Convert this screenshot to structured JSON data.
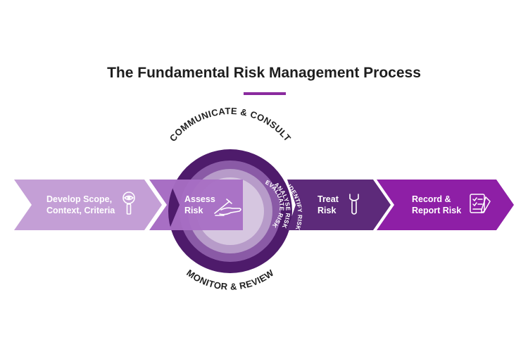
{
  "title": "The Fundamental Risk Management Process",
  "colors": {
    "light_purple": "#c49fd6",
    "mid_purple": "#a86fc4",
    "dark_purple": "#5d2a7a",
    "vivid_purple": "#8e1fa6",
    "circle_outer": "#4e1b6b",
    "ring_identify": "#8a5aa6",
    "ring_analyse": "#b79bc9",
    "ring_evaluate": "#d6c6e0"
  },
  "top_arc_label": "COMMUNICATE & CONSULT",
  "bottom_arc_label": "MONITOR & REVIEW",
  "rings": {
    "identify": "IDENTIFY RISK",
    "analyse": "ANALYSE RISK",
    "evaluate": "EVALUATE RISK"
  },
  "steps": [
    {
      "line1": "Develop Scope,",
      "line2": "Context, Criteria",
      "icon": "magnifier-eye-icon"
    },
    {
      "line1": "Assess",
      "line2": "Risk",
      "icon": "hand-pen-icon"
    },
    {
      "line1": "Treat",
      "line2": "Risk",
      "icon": "wrench-icon"
    },
    {
      "line1": "Record &",
      "line2": "Report Risk",
      "icon": "checklist-icon"
    }
  ]
}
